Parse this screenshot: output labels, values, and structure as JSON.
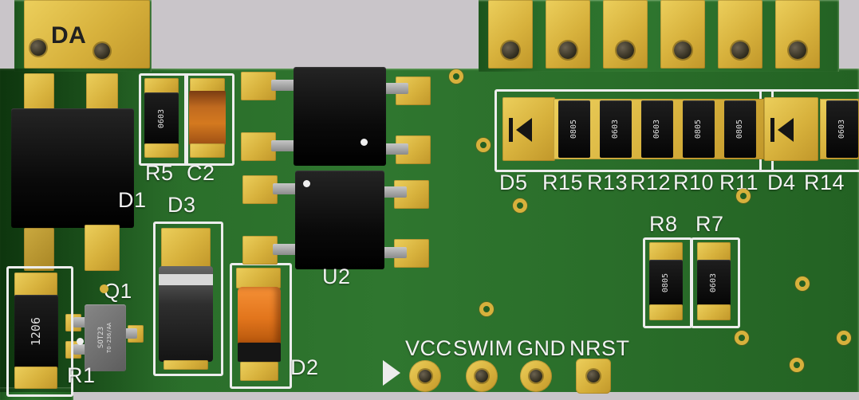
{
  "colors": {
    "board_green": "#2a6e2a",
    "pad_gold": "#d7b13c",
    "silkscreen_white": "#f0f0f0",
    "background_gray": "#c9c5c9",
    "capacitor_orange": "#e2751c"
  },
  "refdes": {
    "da": "DA",
    "d1": "D1",
    "r5": "R5",
    "c2": "C2",
    "d3": "D3",
    "q1": "Q1",
    "r1": "R1",
    "u2": "U2",
    "d2": "D2",
    "r8": "R8",
    "r7": "R7"
  },
  "row_labels": [
    "D5",
    "R15",
    "R13",
    "R12",
    "R10",
    "R11",
    "D4",
    "R14"
  ],
  "chip_markings": {
    "r1": "1206",
    "q1_package": "SOT23",
    "q1_type": "TO-236/AA",
    "r5": "0603",
    "row": [
      "0805",
      "0603",
      "0603",
      "0805",
      "0805",
      "0603"
    ],
    "r8": "0805",
    "r7": "0603"
  },
  "connector_labels": [
    "VCC",
    "SWIM",
    "GND",
    "NRST"
  ]
}
